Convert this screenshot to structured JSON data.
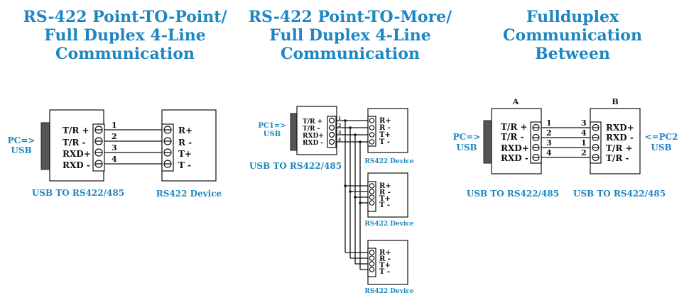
{
  "titles": {
    "left": [
      "RS-422 Point-TO-Point/",
      "Full Duplex 4-Line",
      "Communication"
    ],
    "middle": [
      "RS-422 Point-TO-More/",
      "Full Duplex 4-Line",
      "Communication"
    ],
    "right": [
      "Fullduplex",
      "Communication",
      "Between"
    ]
  },
  "left": {
    "pc_label": [
      "PC=>",
      "USB"
    ],
    "converter_pins": [
      "T/R +",
      "T/R  -",
      "RXD+",
      "RXD -"
    ],
    "wire_numbers": [
      "1",
      "2",
      "3",
      "4"
    ],
    "device_pins": [
      "R+",
      "R -",
      "T+",
      "T -"
    ],
    "converter_caption": "USB TO RS422/485",
    "device_caption": "RS422 Device"
  },
  "middle": {
    "pc_label": [
      "PC1=>",
      "USB"
    ],
    "converter_pins": [
      "T/R +",
      "T/R  -",
      "RXD+",
      "RXD -"
    ],
    "wire_numbers": [
      "1",
      "2",
      "3",
      "4"
    ],
    "device_pins": [
      "R+",
      "R -",
      "T+",
      "T -"
    ],
    "converter_caption": "USB TO RS422/485",
    "device_caption": "RS422 Device"
  },
  "right": {
    "box_a_label": "A",
    "box_b_label": "B",
    "pc_label": [
      "PC=>",
      "USB"
    ],
    "pc2_label": [
      "<=PC2",
      "USB"
    ],
    "a_pins": [
      "T/R +",
      "T/R  -",
      "RXD+",
      "RXD -"
    ],
    "a_numbers": [
      "1",
      "2",
      "3",
      "4"
    ],
    "b_numbers": [
      "3",
      "4",
      "1",
      "2"
    ],
    "b_pins": [
      "RXD+",
      "RXD -",
      "T/R +",
      "T/R  -"
    ],
    "caption_a": "USB TO RS422/485",
    "caption_b": "USB TO RS422/485"
  }
}
